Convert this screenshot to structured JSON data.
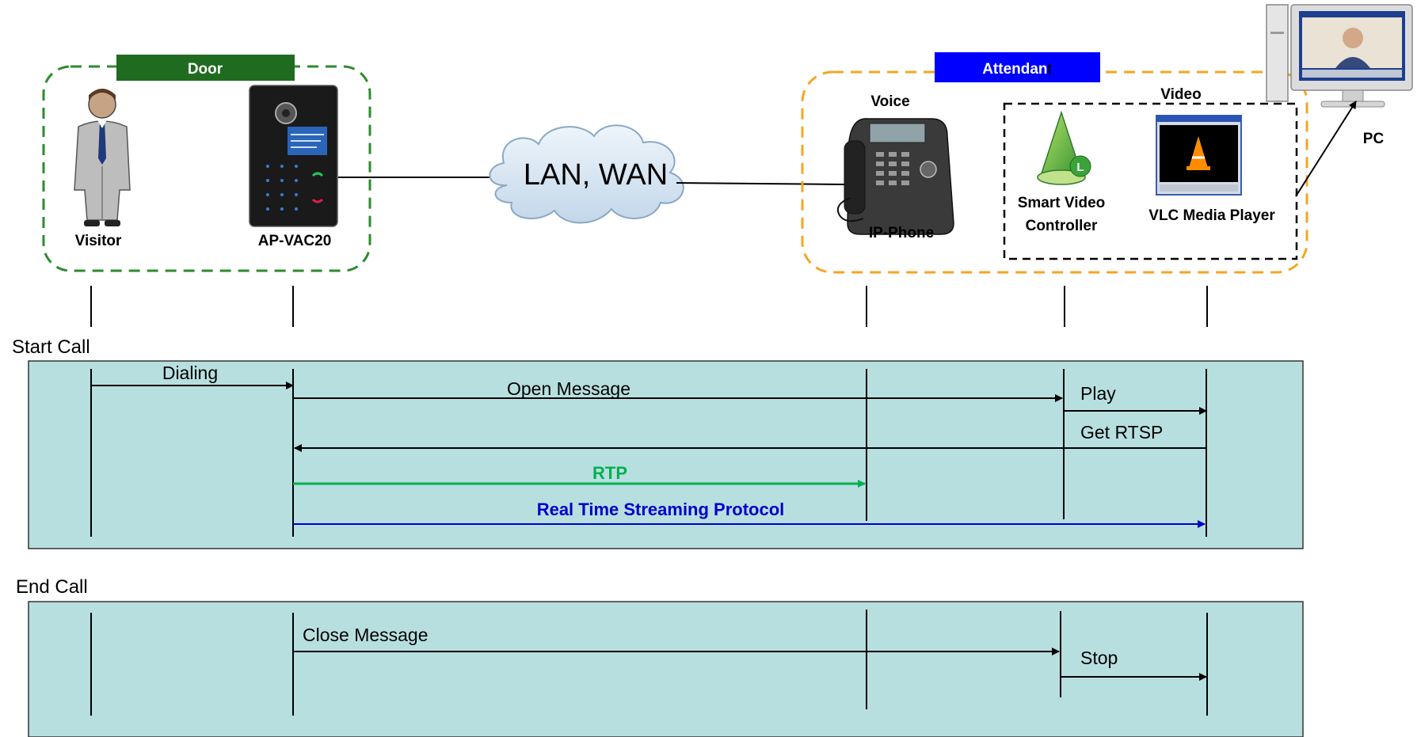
{
  "door": {
    "title": "Door",
    "visitor_label": "Visitor",
    "device_label": "AP-VAC20"
  },
  "network": {
    "cloud_label": "LAN, WAN"
  },
  "attendant": {
    "title_main": "Attendan",
    "title_tail": "t",
    "voice_label": "Voice",
    "video_label": "Video",
    "phone_label": "IP-Phone",
    "controller_label_1": "Smart Video",
    "controller_label_2": "Controller",
    "player_label": "VLC Media Player",
    "pc_label": "PC"
  },
  "start_call": {
    "title": "Start Call",
    "dialing": "Dialing",
    "open_message": "Open Message",
    "play": "Play",
    "get_rtsp": "Get RTSP",
    "rtp": "RTP",
    "rtsp": "Real Time Streaming Protocol"
  },
  "end_call": {
    "title": "End Call",
    "close_message": "Close Message",
    "stop": "Stop"
  },
  "colors": {
    "door_green": "#1f6b1f",
    "door_dash": "#2e8b2e",
    "attendant_blue": "#0000ff",
    "attendant_dash": "#f5a623",
    "panel_fill": "#b8dfe0",
    "rtp_green": "#00b050",
    "rtsp_blue": "#0000cc",
    "cloud_fill": "#d6e6f2"
  }
}
